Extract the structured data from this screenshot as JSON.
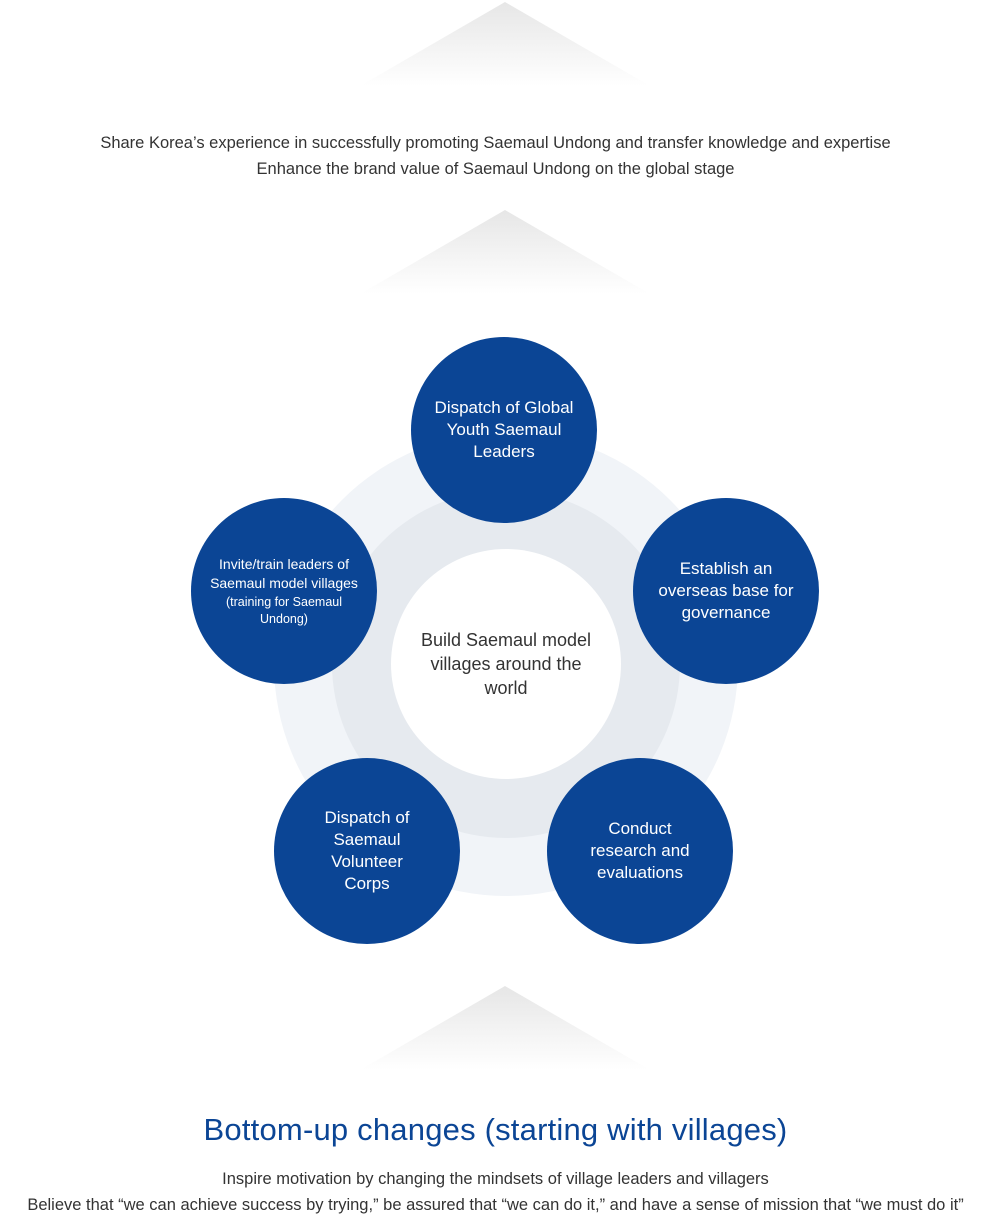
{
  "goals": {
    "line1": "Share Korea’s experience in successfully promoting Saemaul Undong and transfer knowledge and expertise",
    "line2": "Enhance the brand value of Saemaul Undong on the global stage"
  },
  "center": {
    "label": "Build Saemaul model villages around the world"
  },
  "nodes": {
    "top": {
      "label": "Dispatch of Global Youth Saemaul Leaders"
    },
    "right": {
      "label": "Establish an overseas base for governance"
    },
    "bottom_right": {
      "label": "Conduct research and evaluations"
    },
    "bottom_left": {
      "label": "Dispatch of Saemaul Volunteer Corps"
    },
    "left": {
      "label": "Invite/train leaders of Saemaul model villages",
      "sublabel": "(training for Saemaul Undong)"
    }
  },
  "bottom": {
    "title": "Bottom-up changes (starting with villages)",
    "line1": "Inspire motivation by changing the mindsets of village leaders and villagers",
    "line2": "Believe that “we can achieve success by trying,” be assured that “we can do it,” and have a sense of mission that “we must do it”"
  },
  "colors": {
    "node_fill": "#0b4595",
    "title_text": "#0b4595",
    "ring_outer": "#f1f4f8",
    "ring_mid": "#e6eaef",
    "arrow_gradient": "#e8e8e8"
  }
}
